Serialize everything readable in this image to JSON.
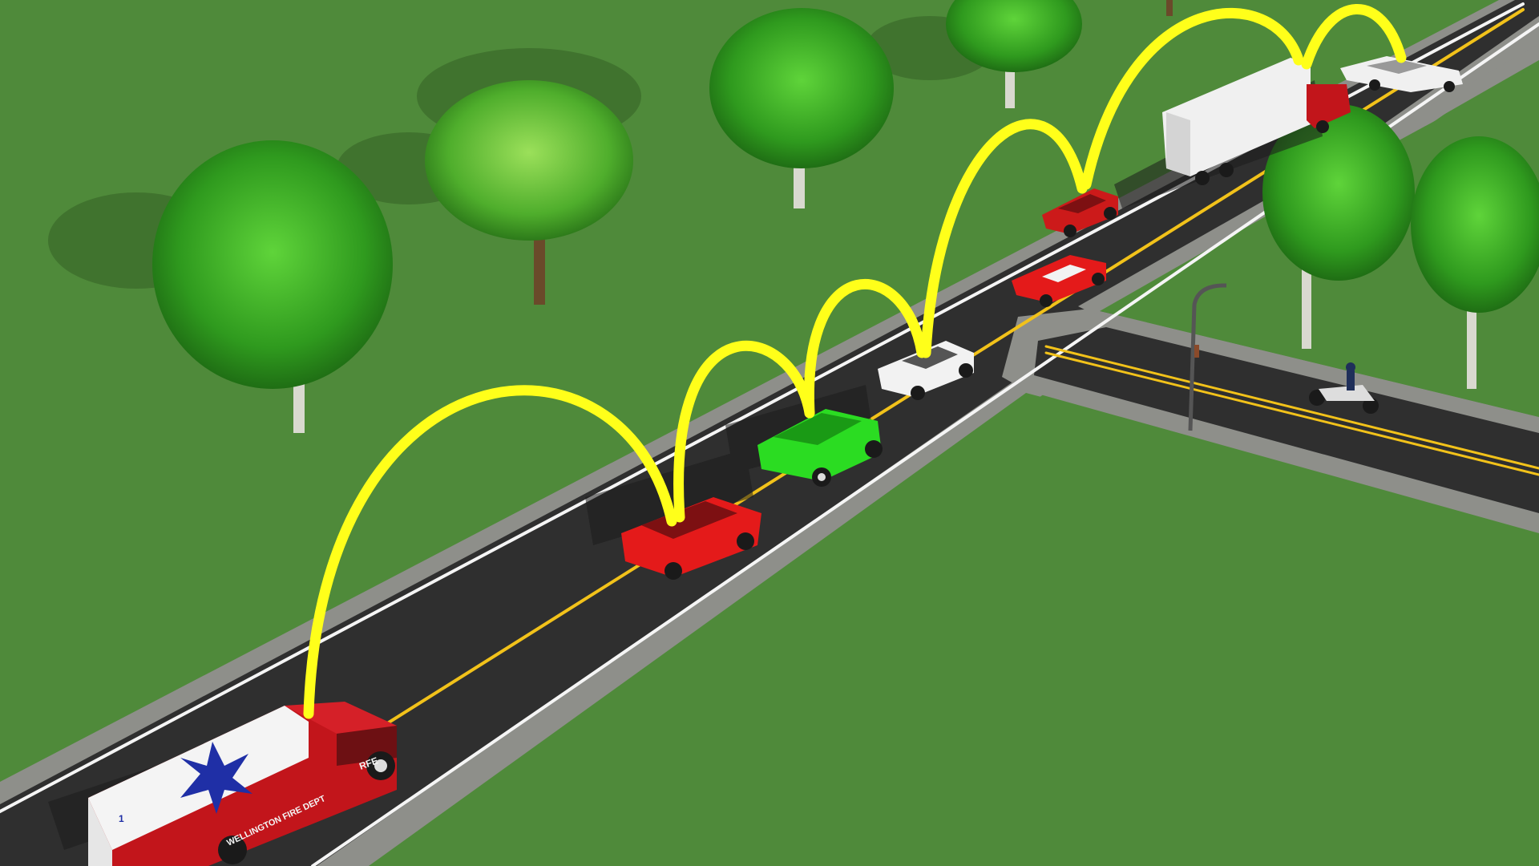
{
  "scene": {
    "grass_color": "#4f8a3a",
    "road_color": "#2f2f2f",
    "sidewalk_color": "#8e8f8a",
    "centerline_color": "#f2c21a",
    "edge_line_color": "#f5f5f5",
    "arc_color": "#ffff1a"
  },
  "ambulance": {
    "body_color": "#c2151b",
    "box_color": "#f4f4f4",
    "star_color": "#1f2fa6",
    "door_text": "WELLINGTON FIRE DEPT",
    "cab_text": "RFE",
    "unit_text": "1"
  },
  "vehicles": [
    {
      "kind": "ambulance",
      "color": "#c2151b"
    },
    {
      "kind": "station-wagon",
      "color": "#e41a1a"
    },
    {
      "kind": "hatchback",
      "color": "#2bdc22"
    },
    {
      "kind": "sedan",
      "color": "#f2f2f2"
    },
    {
      "kind": "sports-car",
      "color": "#e41a1a"
    },
    {
      "kind": "coupe",
      "color": "#cc1a1a"
    },
    {
      "kind": "semi-truck",
      "color": "#f0f0f0"
    },
    {
      "kind": "sedan",
      "color": "#f0f0f0"
    },
    {
      "kind": "motorcycle",
      "color": "#dddddd"
    }
  ],
  "arcs": [
    {
      "from": "ambulance",
      "to": "station-wagon"
    },
    {
      "from": "station-wagon",
      "to": "hatchback"
    },
    {
      "from": "hatchback",
      "to": "sedan"
    },
    {
      "from": "sedan",
      "to": "coupe"
    },
    {
      "from": "coupe",
      "to": "semi-truck"
    },
    {
      "from": "semi-truck",
      "to": "sedan"
    }
  ]
}
